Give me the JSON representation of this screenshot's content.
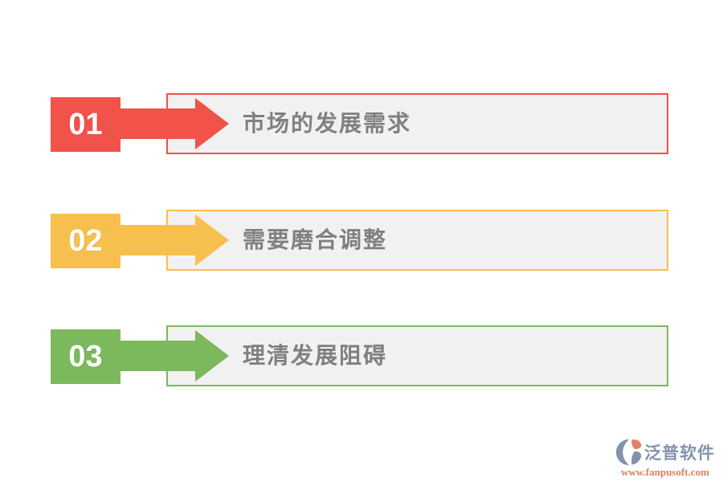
{
  "steps": [
    {
      "number": "01",
      "label": "市场的发展需求",
      "color": "#f15249"
    },
    {
      "number": "02",
      "label": "需要磨合调整",
      "color": "#f7c04e"
    },
    {
      "number": "03",
      "label": "理清发展阻碍",
      "color": "#7cb85c"
    }
  ],
  "watermark": {
    "brand": "泛普软件",
    "url": "www.fanpusoft.com",
    "brand_color": "#8493ac",
    "url_color": "#de7f5e"
  },
  "colors": {
    "box_fill": "#f1f1f1",
    "label_text": "#808080",
    "number_text": "#ffffff",
    "page_background": "#ffffff"
  }
}
